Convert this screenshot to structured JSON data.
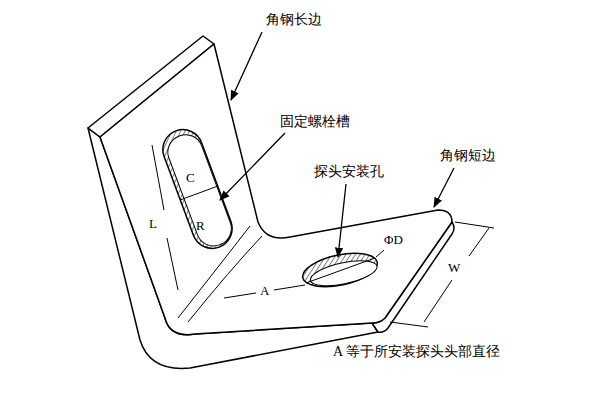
{
  "diagram": {
    "labels": [
      "角钢长边",
      "固定螺栓槽",
      "C",
      "R",
      "L",
      "探头安装孔",
      "ΦD",
      "角钢短边",
      "A",
      "W",
      "A 等于所安装探头头部直径"
    ]
  }
}
